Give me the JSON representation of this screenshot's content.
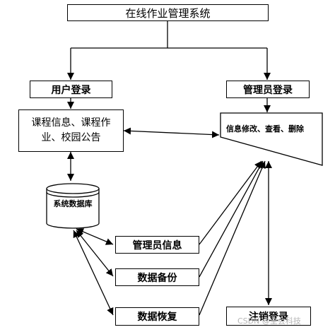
{
  "title": "在线作业管理系统",
  "user_login": "用户登录",
  "admin_login": "管理员登录",
  "user_functions": "课程信息、课程作业、校园公告",
  "admin_functions": "信息修改、查看、删除",
  "database": "系统数据库",
  "admin_info": "管理员信息",
  "data_backup": "数据备份",
  "data_restore": "数据恢复",
  "logout": "注销登录",
  "watermark": "CSDN @全会科技"
}
